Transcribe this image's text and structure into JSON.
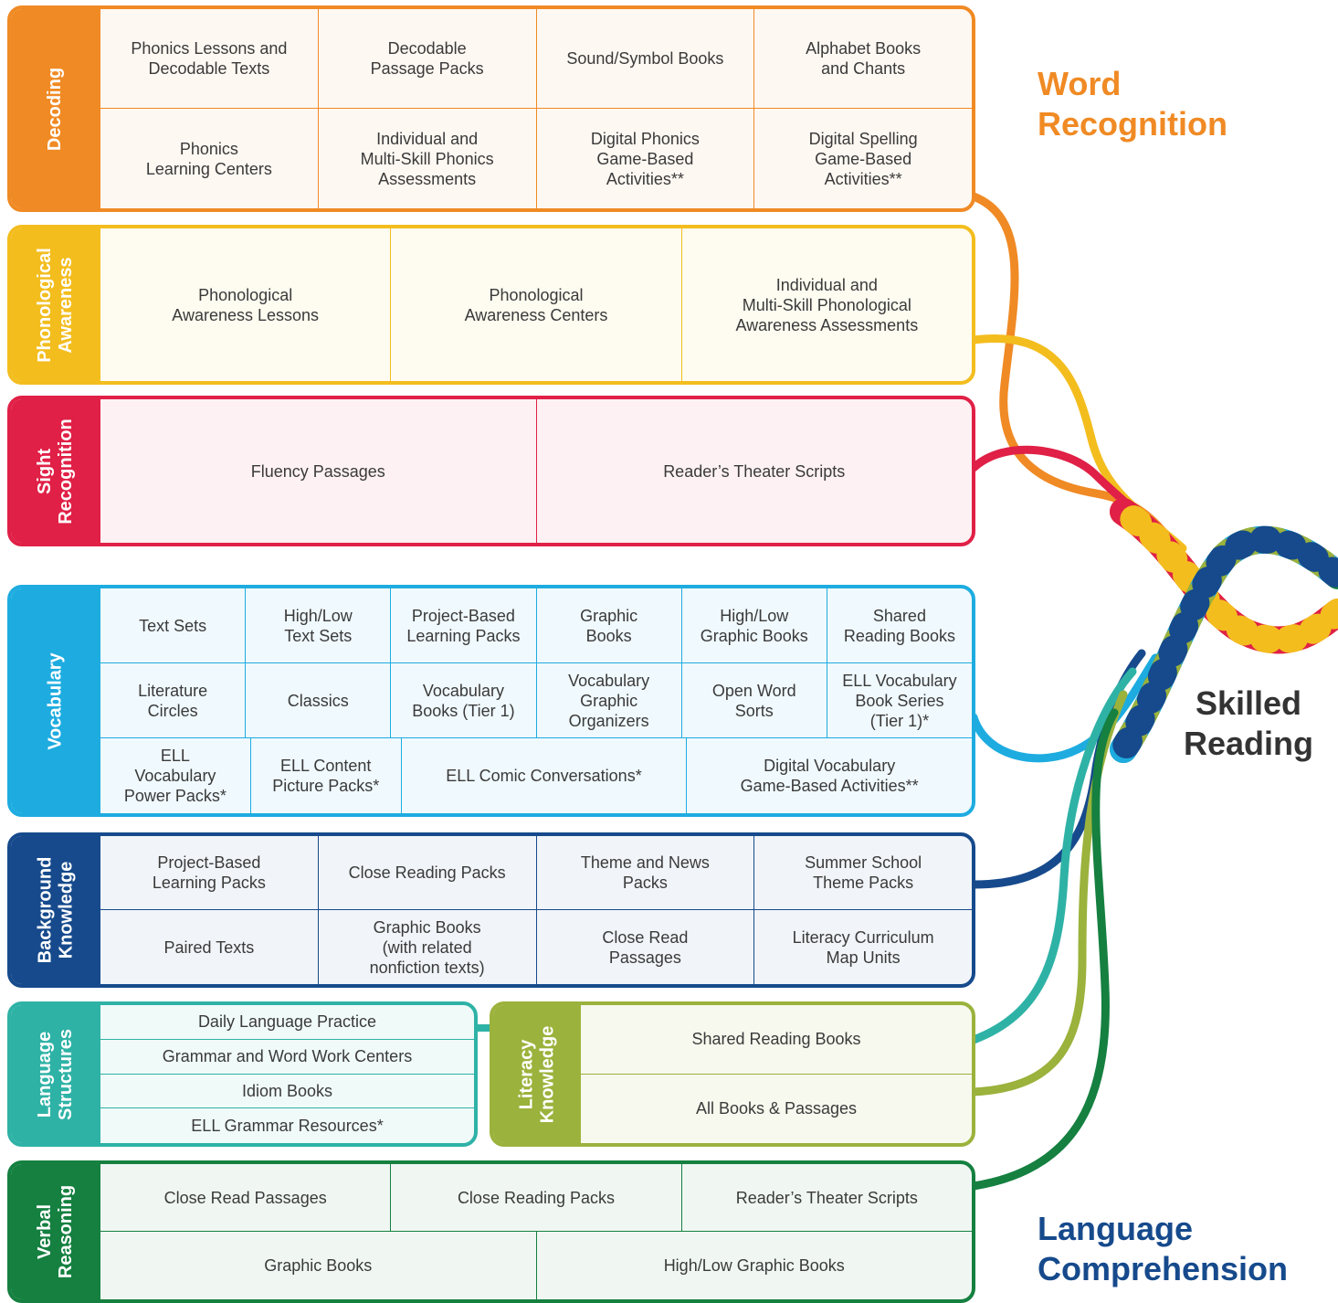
{
  "headings": {
    "word_recognition": "Word\nRecognition",
    "skilled_reading": "Skilled\nReading",
    "language_comprehension": "Language\nComprehension"
  },
  "colors": {
    "decoding": "#f08a24",
    "phonological": "#f3bd1e",
    "sight": "#e02046",
    "vocabulary": "#1eace0",
    "background": "#164a8c",
    "language_structures": "#2fb2a6",
    "literacy": "#9bb23c",
    "verbal": "#158040",
    "heading_orange": "#f08a24",
    "heading_navy": "#164a8c",
    "heading_dark": "#333333"
  },
  "panels": {
    "decoding": {
      "label": "Decoding",
      "rows": [
        [
          "Phonics Lessons and\nDecodable Texts",
          "Decodable\nPassage Packs",
          "Sound/Symbol Books",
          "Alphabet Books\nand Chants"
        ],
        [
          "Phonics\nLearning Centers",
          "Individual and\nMulti-Skill Phonics\nAssessments",
          "Digital Phonics\nGame-Based\nActivities**",
          "Digital Spelling\nGame-Based\nActivities**"
        ]
      ]
    },
    "phonological": {
      "label": "Phonological\nAwareness",
      "rows": [
        [
          "Phonological\nAwareness Lessons",
          "Phonological\nAwareness Centers",
          "Individual and\nMulti-Skill Phonological\nAwareness Assessments"
        ]
      ]
    },
    "sight": {
      "label": "Sight\nRecognition",
      "rows": [
        [
          "Fluency Passages",
          "Reader’s Theater Scripts"
        ]
      ]
    },
    "vocabulary": {
      "label": "Vocabulary",
      "rows": [
        [
          "Text Sets",
          "High/Low\nText Sets",
          "Project-Based\nLearning Packs",
          "Graphic\nBooks",
          "High/Low\nGraphic Books",
          "Shared\nReading Books"
        ],
        [
          "Literature\nCircles",
          "Classics",
          "Vocabulary\nBooks (Tier 1)",
          "Vocabulary\nGraphic\nOrganizers",
          "Open Word\nSorts",
          "ELL Vocabulary\nBook Series\n(Tier 1)*"
        ],
        [
          "ELL\nVocabulary\nPower Packs*",
          "ELL Content\nPicture Packs*",
          "ELL Comic Conversations*",
          "Digital Vocabulary\nGame-Based Activities**"
        ]
      ]
    },
    "background": {
      "label": "Background\nKnowledge",
      "rows": [
        [
          "Project-Based\nLearning Packs",
          "Close Reading Packs",
          "Theme and News\nPacks",
          "Summer School\nTheme Packs"
        ],
        [
          "Paired Texts",
          "Graphic Books\n(with related\nnonfiction texts)",
          "Close Read\nPassages",
          "Literacy Curriculum\nMap Units"
        ]
      ]
    },
    "language_structures": {
      "label": "Language\nStructures",
      "rows": [
        [
          "Daily Language Practice"
        ],
        [
          "Grammar and Word Work Centers"
        ],
        [
          "Idiom Books"
        ],
        [
          "ELL Grammar Resources*"
        ]
      ]
    },
    "literacy": {
      "label": "Literacy\nKnowledge",
      "rows": [
        [
          "Shared Reading Books"
        ],
        [
          "All Books & Passages"
        ]
      ]
    },
    "verbal": {
      "label": "Verbal\nReasoning",
      "rows": [
        [
          "Close Read Passages",
          "Close Reading Packs",
          "Reader’s Theater Scripts"
        ],
        [
          "Graphic Books",
          "High/Low Graphic Books"
        ]
      ]
    }
  }
}
